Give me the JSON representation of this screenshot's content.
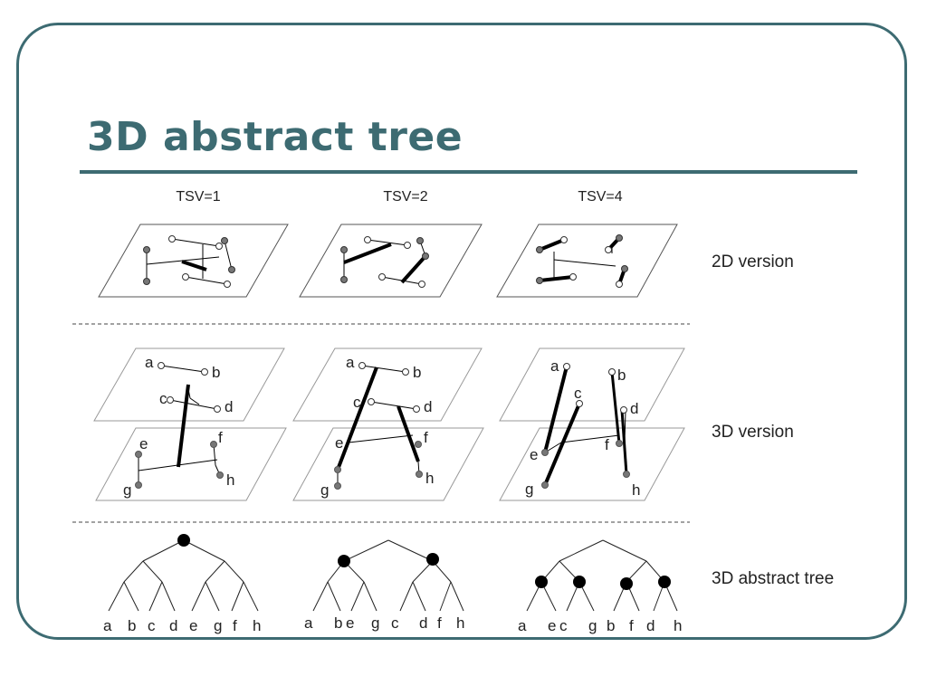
{
  "title": "3D abstract tree",
  "columns": [
    "TSV=1",
    "TSV=2",
    "TSV=4"
  ],
  "rows": [
    "2D version",
    "3D version",
    "3D abstract tree"
  ],
  "node_letters": [
    "a",
    "b",
    "c",
    "d",
    "e",
    "f",
    "g",
    "h"
  ],
  "tree_leaves": [
    [
      "a",
      "b",
      "c",
      "d",
      "e",
      "g",
      "f",
      "h"
    ],
    [
      "a",
      "b",
      "e",
      "g",
      "c",
      "d",
      "f",
      "h"
    ],
    [
      "a",
      "e",
      "c",
      "g",
      "b",
      "f",
      "d",
      "h"
    ]
  ],
  "colors": {
    "accent": "#3d6b72",
    "top_node": "#ffffff",
    "bottom_node": "#777777",
    "tsv": "#000000"
  }
}
